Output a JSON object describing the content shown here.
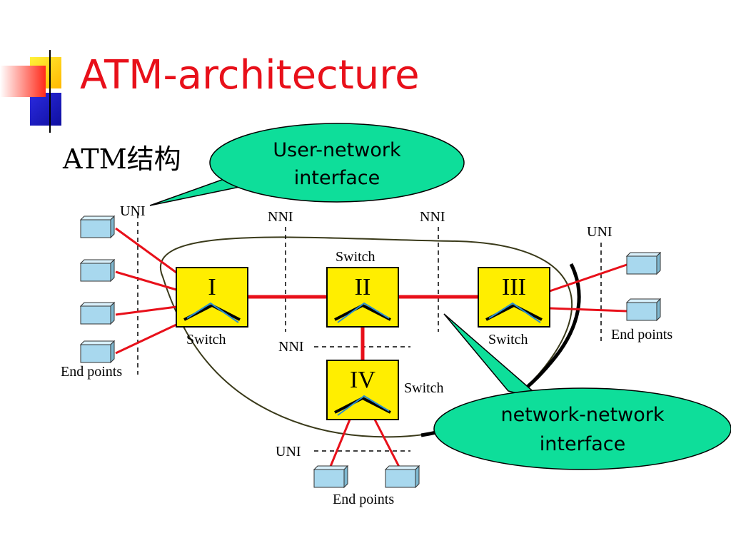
{
  "title": "ATM-architecture",
  "subtitle": "ATM结构",
  "callouts": {
    "uni": {
      "line1": "User-network",
      "line2": "interface"
    },
    "nni": {
      "line1": "network-network",
      "line2": "interface"
    }
  },
  "boundary_labels": {
    "uni_left": "UNI",
    "nni_1": "NNI",
    "nni_2": "NNI",
    "uni_right": "UNI",
    "nni_lower": "NNI",
    "uni_bottom": "UNI"
  },
  "switches": {
    "s1": {
      "numeral": "I",
      "label": "Switch"
    },
    "s2": {
      "numeral": "II",
      "label": "Switch"
    },
    "s3": {
      "numeral": "III",
      "label": "Switch"
    },
    "s4": {
      "numeral": "IV",
      "label": "Switch"
    }
  },
  "endpoint_labels": {
    "left": "End points",
    "right": "End points",
    "bottom": "End points"
  },
  "colors": {
    "title": "#e8101a",
    "switch_fill": "#ffee00",
    "link": "#e8101a",
    "callout_fill": "#0ede9a",
    "endpoint_fill": "#a8d8ee"
  }
}
